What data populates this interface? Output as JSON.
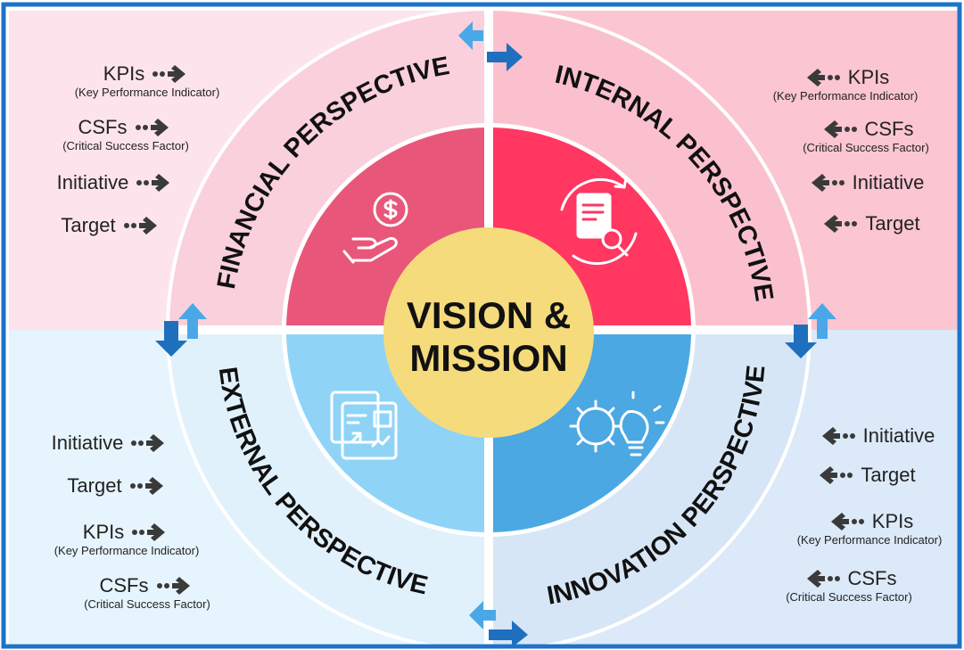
{
  "center": {
    "line1": "VISION &",
    "line2": "MISSION"
  },
  "quadrants": {
    "financial": {
      "title": "FINANCIAL PERSPECTIVE",
      "items": [
        {
          "label": "KPIs",
          "sub": "(Key Performance Indicator)"
        },
        {
          "label": "CSFs",
          "sub": "(Critical Success Factor)"
        },
        {
          "label": "Initiative",
          "sub": ""
        },
        {
          "label": "Target",
          "sub": ""
        }
      ]
    },
    "internal": {
      "title": "INTERNAL PERSPECTIVE",
      "items": [
        {
          "label": "KPIs",
          "sub": "(Key Performance Indicator)"
        },
        {
          "label": "CSFs",
          "sub": "(Critical Success Factor)"
        },
        {
          "label": "Initiative",
          "sub": ""
        },
        {
          "label": "Target",
          "sub": ""
        }
      ]
    },
    "external": {
      "title": "EXTERNAL PERSPECTIVE",
      "items": [
        {
          "label": "Initiative",
          "sub": ""
        },
        {
          "label": "Target",
          "sub": ""
        },
        {
          "label": "KPIs",
          "sub": "(Key Performance Indicator)"
        },
        {
          "label": "CSFs",
          "sub": "(Critical Success Factor)"
        }
      ]
    },
    "innovation": {
      "title": "INNOVATION  PERSPECTIVE",
      "items": [
        {
          "label": "Initiative",
          "sub": ""
        },
        {
          "label": "Target",
          "sub": ""
        },
        {
          "label": "KPIs",
          "sub": "(Key Performance Indicator)"
        },
        {
          "label": "CSFs",
          "sub": "(Critical Success Factor)"
        }
      ]
    }
  },
  "icons": {
    "financial": "money-hand-icon",
    "internal": "document-search-icon",
    "external": "analytics-dashboard-icon",
    "innovation": "gear-lightbulb-icon"
  },
  "colors": {
    "frame": "#1e73c8",
    "bg_pink": "#fde4ec",
    "bg_pink_right": "#fbc5d1",
    "bg_blue_left": "#e6f4fd",
    "bg_blue_right": "#dbe9f8",
    "ring_pink": "#f9d0dc",
    "ring_blue": "#d7ebfa",
    "inner_financial": "#e8577a",
    "inner_internal": "#ff3761",
    "inner_external": "#8fd4f7",
    "inner_innovation": "#4ba8e2",
    "center": "#f5db7c",
    "arrow_dark": "#1f6fbf",
    "arrow_light": "#4aa8e8",
    "label_arrow": "#3a3a3a"
  }
}
